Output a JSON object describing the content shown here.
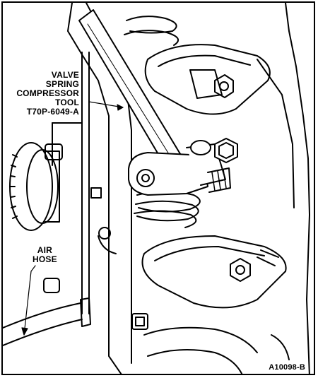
{
  "callouts": {
    "valve_spring_compressor_tool": [
      "VALVE",
      "SPRING",
      "COMPRESSOR",
      "TOOL",
      "T70P-6049-A"
    ],
    "air_hose": [
      "AIR",
      "HOSE"
    ]
  },
  "figure_id": "A10098-B",
  "colors": {
    "ink": "#000000",
    "paper": "#ffffff"
  }
}
